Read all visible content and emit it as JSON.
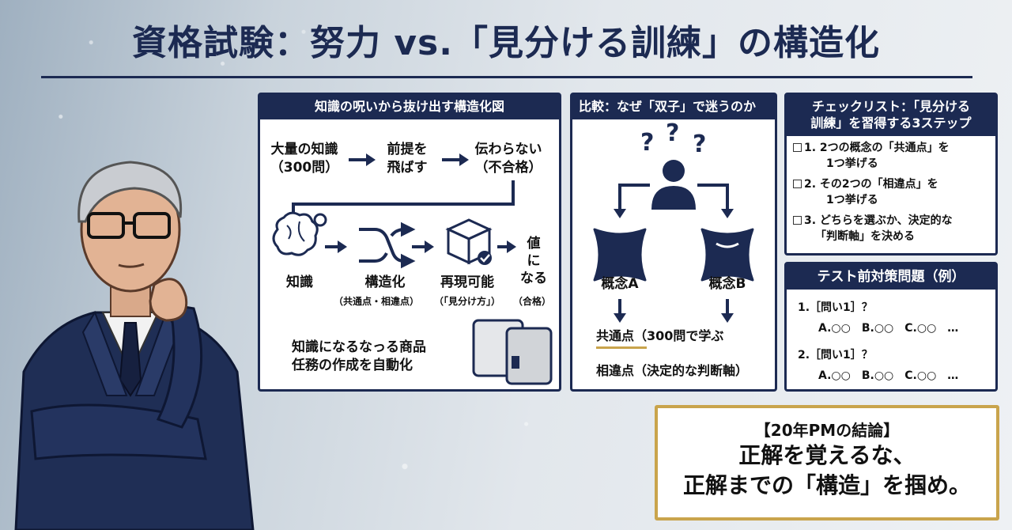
{
  "title": "資格試験：努力 vs.「見分ける訓練」の構造化",
  "panel1": {
    "header": "知識の呪いから抜け出す構造化図",
    "row1": [
      {
        "line1": "大量の知識",
        "line2": "（300問）"
      },
      {
        "line1": "前提を",
        "line2": "飛ばす"
      },
      {
        "line1": "伝わらない",
        "line2": "（不合格）"
      }
    ],
    "row2": [
      {
        "label": "知識",
        "sub": ""
      },
      {
        "label": "構造化",
        "sub": "（共通点・相違点）"
      },
      {
        "label": "再現可能",
        "sub": "（「見分け方」）"
      },
      {
        "label": "値\nに\nなる",
        "sub": "（合格）"
      }
    ],
    "bottom_line1": "知識になるなっる商品",
    "bottom_line2": "任務の作成を自動化"
  },
  "panel2": {
    "header": "比較：なぜ「双子」で迷うのか",
    "concept_a": "概念A",
    "concept_b": "概念B",
    "common": "共通点",
    "common_note": "（300問で学ぶ",
    "difference": "相違点（決定的な判断軸）"
  },
  "panel3": {
    "header_line1": "チェックリスト：「見分ける",
    "header_line2": "訓練」を習得する3ステップ",
    "items": [
      {
        "line1": "1. 2つの概念の「共通点」を",
        "line2": "1つ挙げる"
      },
      {
        "line1": "2. その2つの「相違点」を",
        "line2": "1つ挙げる"
      },
      {
        "line1": "3. どちらを選ぶか、決定的な",
        "line2": "「判断軸」を決める"
      }
    ]
  },
  "panel4": {
    "header": "テスト前対策問題（例）",
    "questions": [
      {
        "q": "1.［問い1］？",
        "options": "A.○○　B.○○　C.○○　…"
      },
      {
        "q": "2.［問い1］？",
        "options": "A.○○　B.○○　C.○○　…"
      }
    ]
  },
  "conclusion": {
    "line1": "【20年PMの結論】",
    "line2": "正解を覚えるな、",
    "line3": "正解までの「構造」を掴め。"
  },
  "colors": {
    "navy": "#1c2a52",
    "gold": "#c9a44c"
  }
}
